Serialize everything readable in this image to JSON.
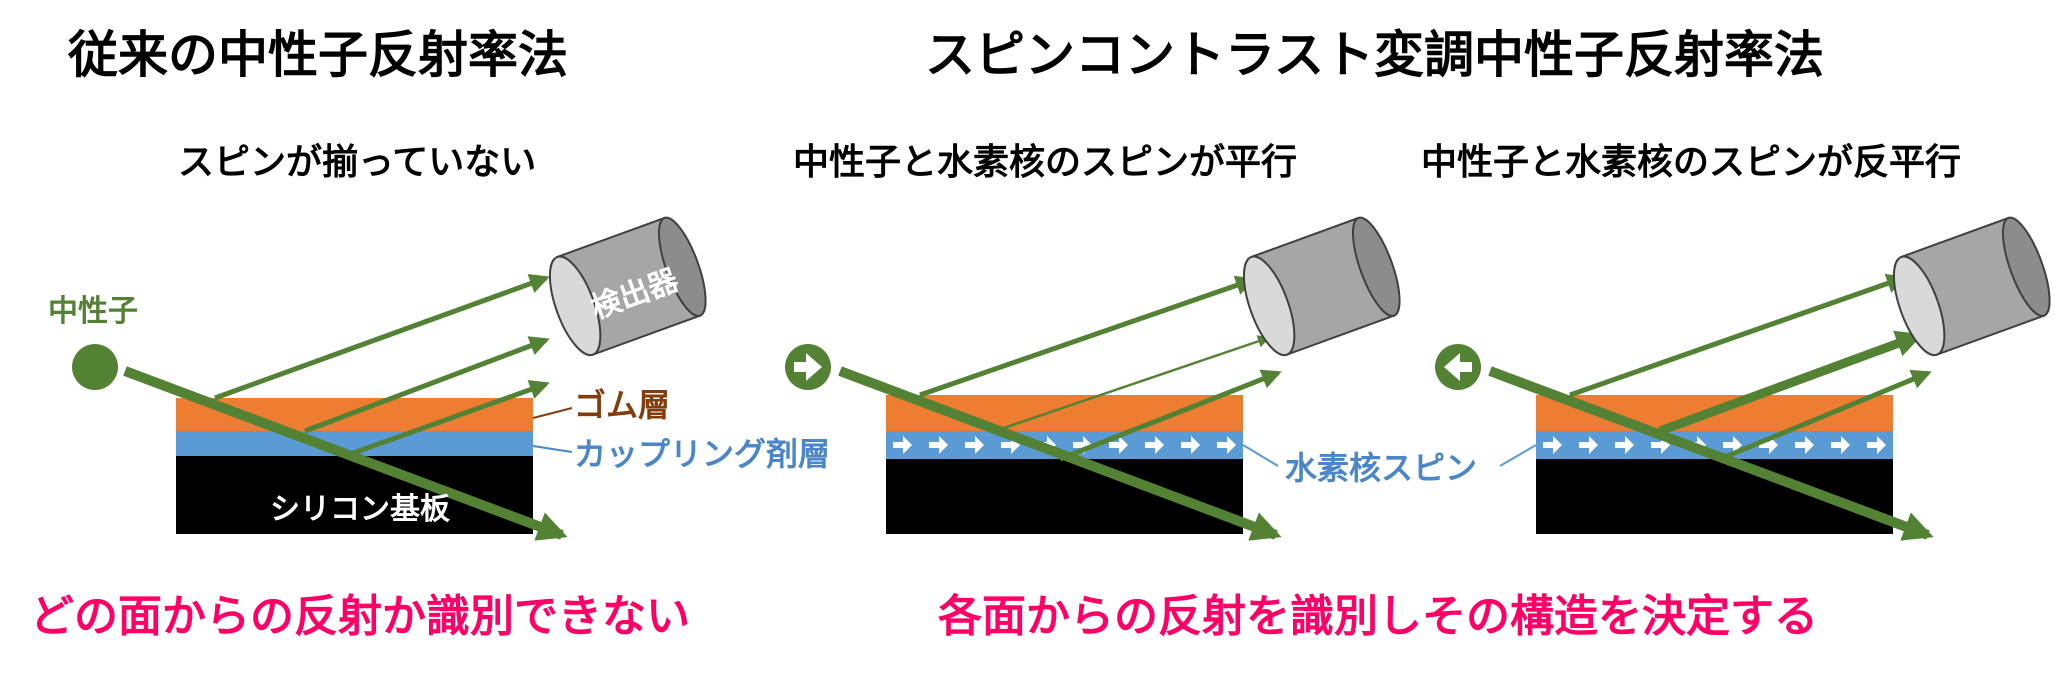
{
  "titles": {
    "left": "従来の中性子反射率法",
    "right": "スピンコントラスト変調中性子反射率法"
  },
  "subtitles": {
    "left": "スピンが揃っていない",
    "middle": "中性子と水素核のスピンが平行",
    "right": "中性子と水素核のスピンが反平行"
  },
  "labels": {
    "neutron": "中性子",
    "detector": "検出器",
    "rubber_layer": "ゴム層",
    "coupling_layer": "カップリング剤層",
    "silicon_substrate": "シリコン基板",
    "hydrogen_spin": "水素核スピン"
  },
  "conclusions": {
    "left": "どの面からの反射か識別できない",
    "right": "各面からの反射を識別しその構造を決定する"
  },
  "colors": {
    "beam_green": "#548235",
    "rubber_orange": "#ed7d31",
    "coupling_blue": "#5b9bd5",
    "substrate_black": "#000000",
    "detector_gray": "#a6a6a6",
    "conclusion_pink": "#ff0066"
  },
  "neutron_spin": {
    "left": "none",
    "middle": "right-arrow",
    "right": "left-arrow"
  }
}
